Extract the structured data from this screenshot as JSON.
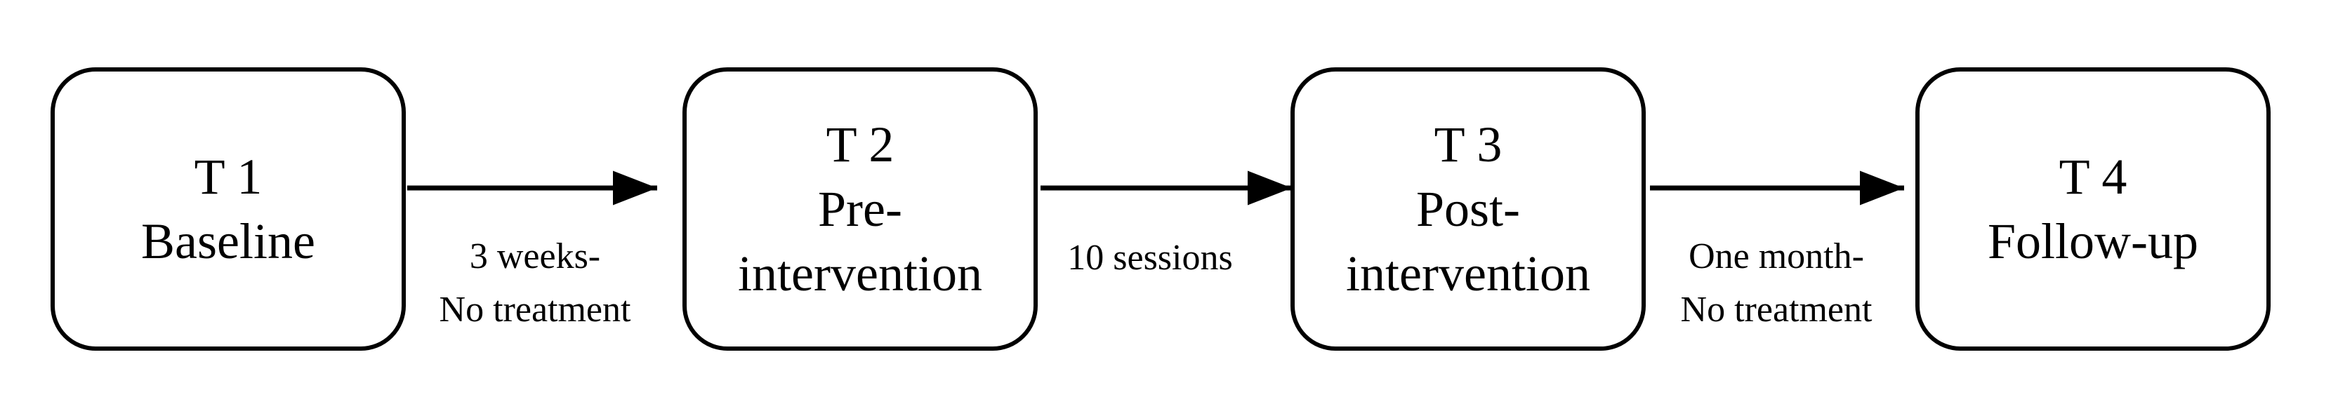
{
  "stages": [
    {
      "id": "t1",
      "lines": [
        "T 1",
        "Baseline"
      ]
    },
    {
      "id": "t2",
      "lines": [
        "T 2",
        "Pre-",
        "intervention"
      ]
    },
    {
      "id": "t3",
      "lines": [
        "T 3",
        "Post-",
        "intervention"
      ]
    },
    {
      "id": "t4",
      "lines": [
        "T 4",
        "Follow-up"
      ]
    }
  ],
  "transitions": [
    {
      "from": "t1",
      "to": "t2",
      "lines": [
        "3 weeks-",
        "No treatment"
      ]
    },
    {
      "from": "t2",
      "to": "t3",
      "lines": [
        "10 sessions"
      ]
    },
    {
      "from": "t3",
      "to": "t4",
      "lines": [
        "One month-",
        "No treatment"
      ]
    }
  ],
  "colors": {
    "stroke": "#000000",
    "background": "#ffffff"
  }
}
